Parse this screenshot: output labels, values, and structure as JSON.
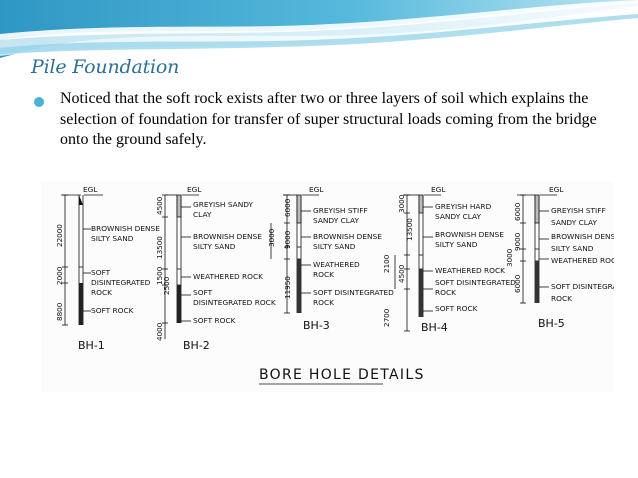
{
  "slide": {
    "title": "Pile Foundation",
    "bullet": "Noticed that the soft rock exists after two or three layers of soil which explains the selection of foundation for transfer of super structural loads coming from the bridge onto the ground safely."
  },
  "drawing": {
    "caption": "BORE HOLE DETAILS",
    "boreholes": [
      {
        "name": "BH-1",
        "top": "EGL",
        "layers": [
          "BROWNISH DENSE",
          "SILTY SAND",
          "SOFT",
          "DISINTEGRATED",
          "ROCK",
          "SOFT ROCK"
        ],
        "depths": [
          "22000",
          "2000",
          "8800"
        ]
      },
      {
        "name": "BH-2",
        "top": "EGL",
        "layers": [
          "GREYISH SANDY",
          "CLAY",
          "BROWNISH DENSE",
          "SILTY SAND",
          "WEATHERED ROCK",
          "SOFT",
          "DISINTEGRATED ROCK",
          "SOFT ROCK"
        ],
        "depths": [
          "4500",
          "13500",
          "1500",
          "2500",
          "4000"
        ]
      },
      {
        "name": "BH-3",
        "top": "EGL",
        "layers": [
          "GREYISH STIFF",
          "SANDY CLAY",
          "BROWNISH DENSE",
          "SILTY SAND",
          "WEATHERED",
          "ROCK",
          "SOFT DISINTEGRATED",
          "ROCK"
        ],
        "depths": [
          "6000",
          "9000",
          "3000",
          "11950"
        ]
      },
      {
        "name": "BH-4",
        "top": "EGL",
        "layers": [
          "GREYISH HARD",
          "SANDY CLAY",
          "BROWNISH DENSE",
          "SILTY SAND",
          "WEATHERED ROCK",
          "SOFT DISINTEGRATED",
          "ROCK",
          "SOFT ROCK"
        ],
        "depths": [
          "3000",
          "13500",
          "2100",
          "4500",
          "2700"
        ]
      },
      {
        "name": "BH-5",
        "top": "EGL",
        "layers": [
          "GREYISH STIFF",
          "SANDY CLAY",
          "BROWNISH DENSE",
          "SILTY SAND",
          "WEATHERED ROCK",
          "SOFT DISINTEGRATED",
          "ROCK"
        ],
        "depths": [
          "6000",
          "9000",
          "3000",
          "6000"
        ]
      }
    ]
  },
  "colors": {
    "title": "#2e6f97",
    "bullet": "#4ab3d3",
    "wave_dark": "#3aa2cc",
    "wave_light": "#bfe6f3"
  }
}
